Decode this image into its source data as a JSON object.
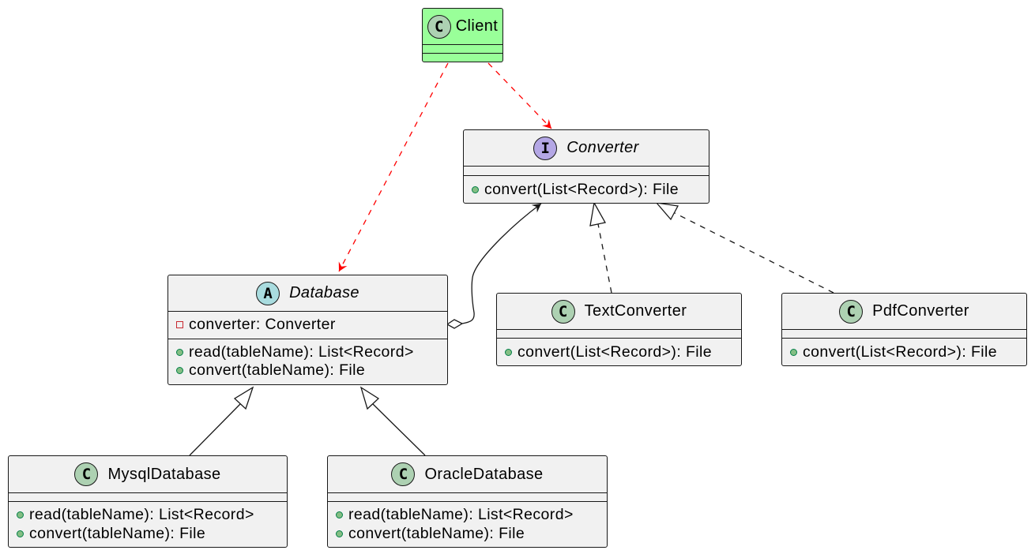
{
  "diagram": {
    "classes": {
      "client": {
        "name": "Client",
        "badge": "C"
      },
      "converter": {
        "name": "Converter",
        "badge": "I",
        "methods": [
          "convert(List<Record>): File"
        ]
      },
      "database": {
        "name": "Database",
        "badge": "A",
        "fields": [
          "converter: Converter"
        ],
        "methods": [
          "read(tableName): List<Record>",
          "convert(tableName): File"
        ]
      },
      "text_converter": {
        "name": "TextConverter",
        "badge": "C",
        "methods": [
          "convert(List<Record>): File"
        ]
      },
      "pdf_converter": {
        "name": "PdfConverter",
        "badge": "C",
        "methods": [
          "convert(List<Record>): File"
        ]
      },
      "mysql_database": {
        "name": "MysqlDatabase",
        "badge": "C",
        "methods": [
          "read(tableName): List<Record>",
          "convert(tableName): File"
        ]
      },
      "oracle_database": {
        "name": "OracleDatabase",
        "badge": "C",
        "methods": [
          "read(tableName): List<Record>",
          "convert(tableName): File"
        ]
      }
    },
    "colors": {
      "class_fill": "#f1f1f1",
      "client_fill": "#99ff99",
      "dependency_arrow": "#ff0000",
      "line": "#181818"
    }
  }
}
